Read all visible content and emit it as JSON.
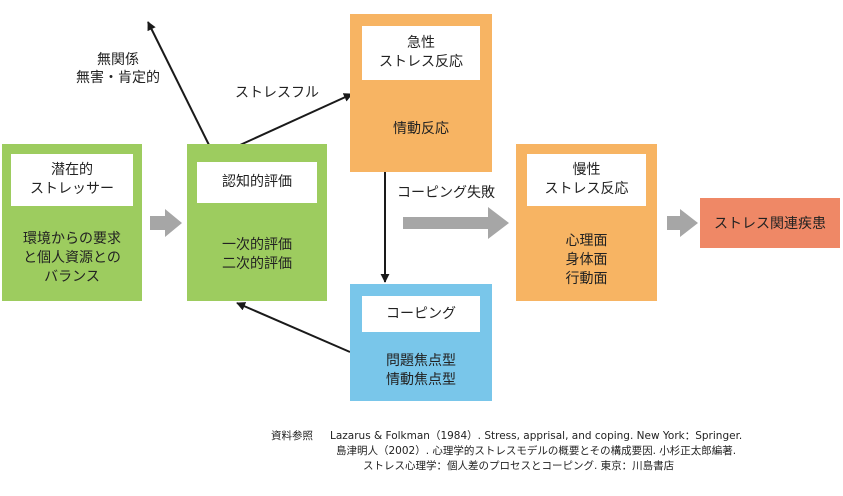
{
  "boxes": {
    "stressor": {
      "title_lines": [
        "潜在的",
        "ストレッサー"
      ],
      "body_lines": [
        "環境からの要求",
        "と個人資源との",
        "バランス"
      ]
    },
    "appraisal": {
      "title_lines": [
        "認知的評価"
      ],
      "body_lines": [
        "一次的評価",
        "二次的評価"
      ]
    },
    "acute": {
      "title_lines": [
        "急性",
        "ストレス反応"
      ],
      "body_lines": [
        "情動反応"
      ]
    },
    "coping": {
      "title_lines": [
        "コーピング"
      ],
      "body_lines": [
        "問題焦点型",
        "情動焦点型"
      ]
    },
    "chronic": {
      "title_lines": [
        "慢性",
        "ストレス反応"
      ],
      "body_lines": [
        "心理面",
        "身体面",
        "行動面"
      ]
    },
    "disease": {
      "title_lines": [
        "ストレス関連疾患"
      ]
    }
  },
  "labels": {
    "irrelevant_lines": [
      "無関係",
      "無害・肯定的"
    ],
    "stressful": "ストレスフル",
    "coping_failure": "コーピング失敗"
  },
  "references": {
    "heading": "資料参照",
    "lines": [
      "Lazarus & Folkman（1984）. Stress, apprisal, and coping. New York：Springer.",
      "島津明人（2002）. 心理学的ストレスモデルの概要とその構成要因.  小杉正太郎編著.",
      "ストレス心理学：個人差のプロセスとコーピング.  東京：川島書店"
    ]
  },
  "colors": {
    "green": "#9dcc5f",
    "orange": "#f7b463",
    "blue": "#79c6ea",
    "red": "#ef8866",
    "gray_arrow": "#a6a6a6",
    "arrow_line": "#1a1a1a"
  }
}
